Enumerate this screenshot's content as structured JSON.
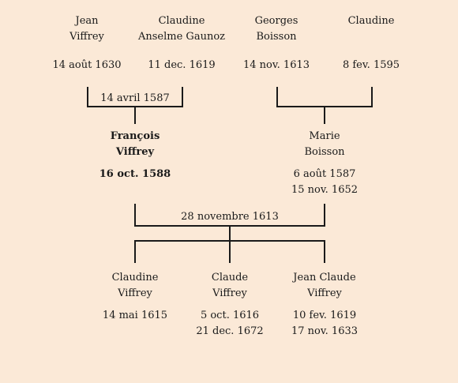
{
  "grandparents": [
    {
      "first": "Jean",
      "last": "Viffrey",
      "date": "14 août 1630"
    },
    {
      "first": "Claudine",
      "last": "Anselme Gaunoz",
      "date": "11 dec. 1619"
    },
    {
      "first": "Georges",
      "last": "Boisson",
      "date": "14 nov. 1613"
    },
    {
      "first": "Claudine",
      "last": "",
      "date": "8 fev. 1595"
    }
  ],
  "marriage_paternal": "14 avril 1587",
  "father": {
    "first": "François",
    "last": "Viffrey",
    "date1": "16 oct. 1588",
    "date2": ""
  },
  "mother": {
    "first": "Marie",
    "last": "Boisson",
    "date1": "6 août 1587",
    "date2": "15 nov. 1652"
  },
  "marriage_parents": "28 novembre 1613",
  "children": [
    {
      "first": "Claudine",
      "last": "Viffrey",
      "date1": "14 mai 1615",
      "date2": ""
    },
    {
      "first": "Claude",
      "last": "Viffrey",
      "date1": "5 oct. 1616",
      "date2": "21 dec. 1672"
    },
    {
      "first": "Jean Claude",
      "last": "Viffrey",
      "date1": "10 fev. 1619",
      "date2": "17 nov. 1633"
    }
  ]
}
